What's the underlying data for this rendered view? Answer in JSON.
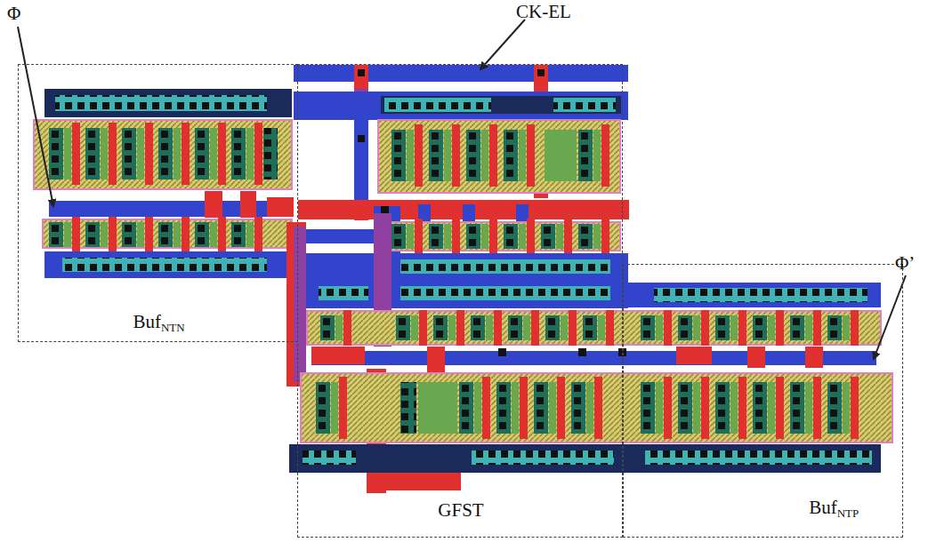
{
  "diagram": {
    "nodes": [
      {
        "text": [
          "BufNTN"
        ]
      },
      {
        "text": [
          "GFST"
        ]
      },
      {
        "text": [
          "BufNTP"
        ]
      }
    ],
    "labels": [
      "Φ",
      "CK-EL",
      "Φ’"
    ]
  }
}
